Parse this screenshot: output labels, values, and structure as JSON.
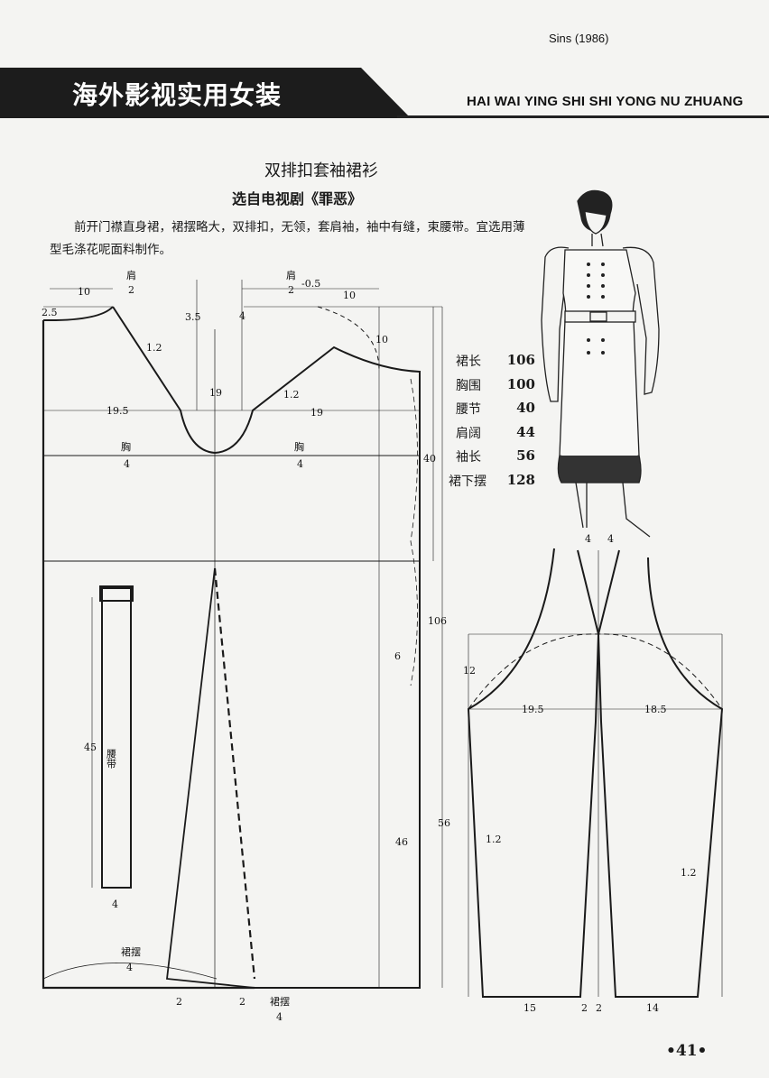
{
  "caption": "Sins (1986)",
  "header": {
    "title_cn": "海外影视实用女装",
    "title_en": "HAI WAI YING SHI SHI YONG NU ZHUANG"
  },
  "article": {
    "title": "双排扣套袖裙衫",
    "subtitle": "选自电视剧《罪恶》",
    "description": "前开门襟直身裙，裙摆略大，双排扣，无领，套肩袖，袖中有缝，束腰带。宜选用薄型毛涤花呢面料制作。"
  },
  "measurements": [
    {
      "label": "裙长",
      "value": "106"
    },
    {
      "label": "胸围",
      "value": "100"
    },
    {
      "label": "腰节",
      "value": "40"
    },
    {
      "label": "肩阔",
      "value": "44"
    },
    {
      "label": "袖长",
      "value": "56"
    },
    {
      "label": "裙下摆",
      "value": "128"
    }
  ],
  "front_back_labels": {
    "back_neck_width": "10",
    "shoulder": "肩",
    "half": "2",
    "neck_drop": "2.5",
    "shoulder_dart": "3.5",
    "back_curve": "1.2",
    "armhole_depth": "19",
    "back_chest_line": "19.5",
    "chest": "胸",
    "quarter": "4",
    "shoulder_minus": "-0.5",
    "front_neck_width": "10",
    "front_shoulder_dart": "4",
    "front_curve": "1.2",
    "front_chest_line": "19",
    "front_neck_drop": "10",
    "waist_length": "40",
    "dress_length": "106",
    "side_shape": "6",
    "lower_length": "46",
    "hem": "裙摆",
    "hem_extension_left": "2",
    "hem_extension_right": "2"
  },
  "belt": {
    "length": "45",
    "label": "腰带",
    "width": "4"
  },
  "sleeve_labels": {
    "top_left": "4",
    "top_right": "4",
    "cap_height": "12",
    "left_width": "19.5",
    "right_width": "18.5",
    "sleeve_length": "56",
    "left_curve": "1.2",
    "right_curve": "1.2",
    "cuff_left": "15",
    "cuff_mid_left": "2",
    "cuff_mid_right": "2",
    "cuff_right": "14"
  },
  "page_number": "•41•"
}
